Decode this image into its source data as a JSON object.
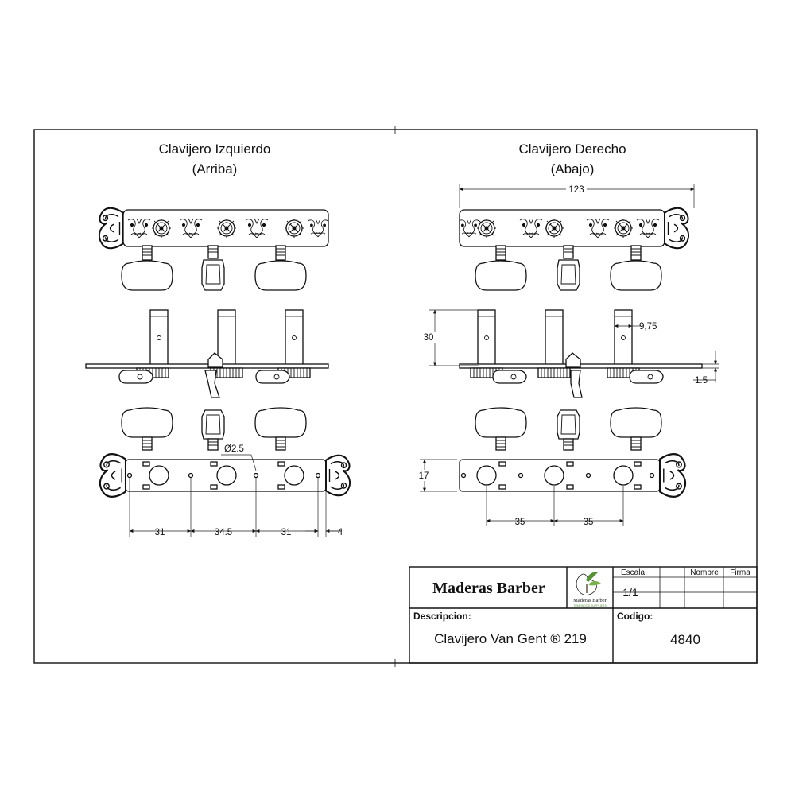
{
  "views": {
    "left_title": "Clavijero Izquierdo",
    "left_subtitle": "(Arriba)",
    "right_title": "Clavijero Derecho",
    "right_subtitle": "(Abajo)"
  },
  "dimensions": {
    "overall_length": "123",
    "post_height": "30",
    "post_width": "9,75",
    "plate_thickness": "1.5",
    "hole_diameter": "Ø2.5",
    "plate_height": "17",
    "spacing_a": "31",
    "spacing_b": "34.5",
    "spacing_c": "31",
    "edge_offset": "4",
    "post_spacing_1": "35",
    "post_spacing_2": "35"
  },
  "title_block": {
    "company": "Maderas Barber",
    "logo_text": "Maderas Barber",
    "logo_subtext": "TONEWOOD SUPPLIERS",
    "scale_label": "Escala",
    "scale_value": "1/1",
    "name_label": "Nombre",
    "signature_label": "Firma",
    "description_label": "Descripcion:",
    "description_value": "Clavijero Van Gent ® 219",
    "code_label": "Codigo:",
    "code_value": "4840"
  },
  "colors": {
    "line": "#111111",
    "background": "#ffffff",
    "logo_leaf": "#5a8f3c"
  }
}
